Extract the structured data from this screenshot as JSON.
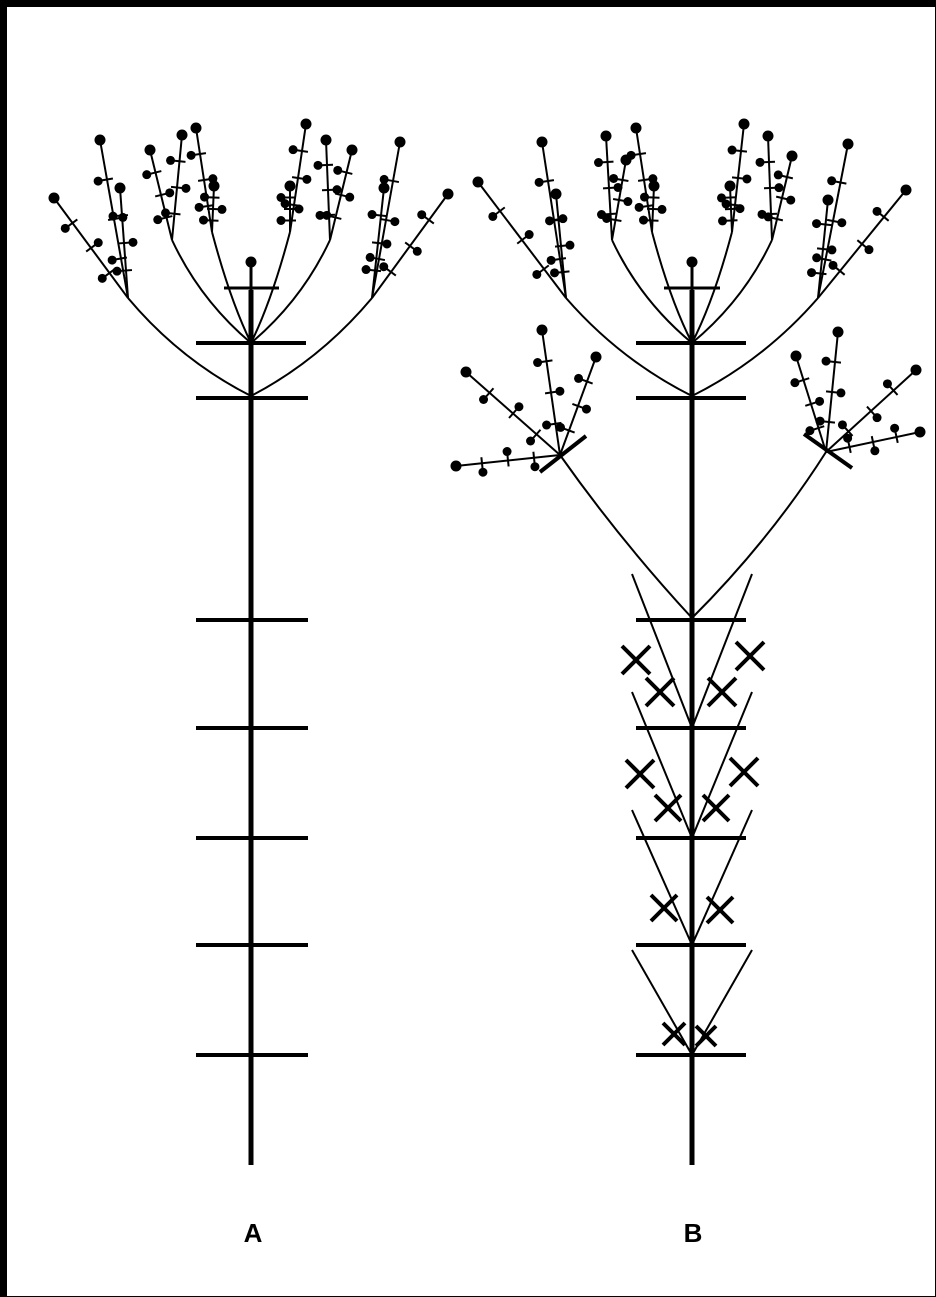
{
  "figure": {
    "panels": [
      {
        "id": "A",
        "label": "A"
      },
      {
        "id": "B",
        "label": "B"
      }
    ]
  },
  "colors": {
    "ink": "#000000",
    "background": "#ffffff"
  }
}
